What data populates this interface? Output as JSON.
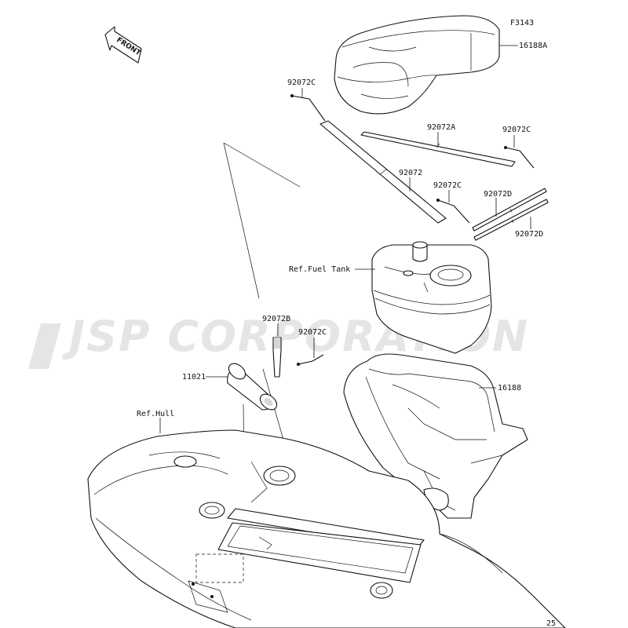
{
  "diagram_id": "F3143",
  "front_label": "FRONT",
  "watermark": "JSP CORPORATION",
  "page_number": "25",
  "labels": {
    "p16188A": "16188A",
    "p92072C_a": "92072C",
    "p92072A": "92072A",
    "p92072C_b": "92072C",
    "p92072": "92072",
    "p92072C_c": "92072C",
    "p92072D_a": "92072D",
    "p92072D_b": "92072D",
    "ref_fuel_tank": "Ref.Fuel Tank",
    "p92072B": "92072B",
    "p92072C_d": "92072C",
    "p11021": "11021",
    "p16188": "16188",
    "ref_hull": "Ref.Hull"
  }
}
